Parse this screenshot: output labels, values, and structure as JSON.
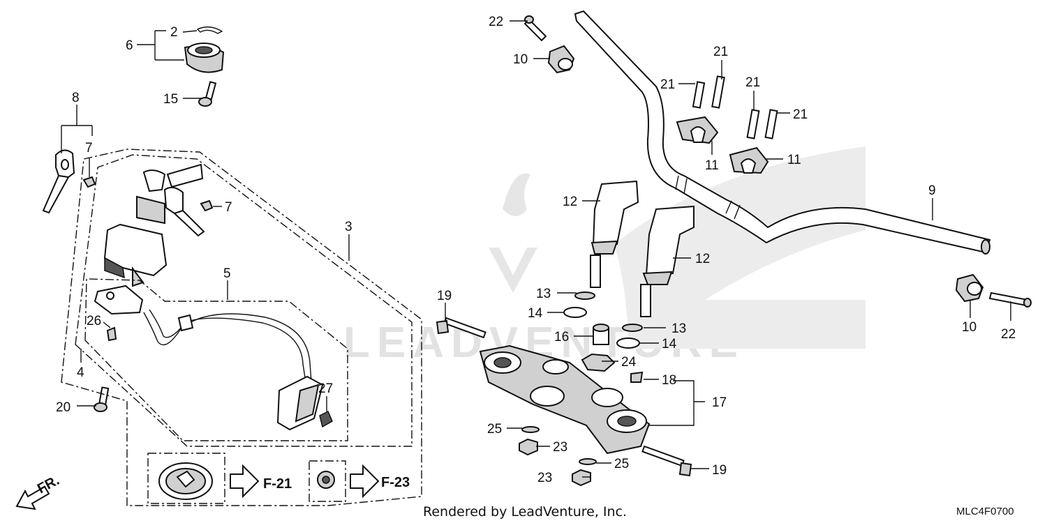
{
  "diagram": {
    "labels": {
      "n1": "2",
      "n2": "6",
      "n3": "15",
      "n4": "8",
      "n5": "7",
      "n6": "7",
      "n7": "3",
      "n8": "5",
      "n9": "26",
      "n10": "4",
      "n11": "20",
      "n12": "27",
      "n13": "22",
      "n14": "10",
      "n15": "21",
      "n16": "21",
      "n17": "21",
      "n18": "21",
      "n19": "11",
      "n20": "11",
      "n21": "9",
      "n22": "12",
      "n23": "12",
      "n24": "13",
      "n25": "14",
      "n26": "13",
      "n27": "14",
      "n28": "16",
      "n29": "24",
      "n30": "19",
      "n31": "18",
      "n32": "17",
      "n33": "25",
      "n34": "23",
      "n35": "25",
      "n36": "23",
      "n37": "19",
      "n38": "10",
      "n39": "22"
    },
    "refs": {
      "ref_a": "F-21",
      "ref_b": "F-23"
    },
    "front_marker": "FR.",
    "credit": "Rendered by LeadVenture, Inc.",
    "diagram_code": "MLC4F0700",
    "watermark": "LEADVENTURE"
  },
  "colors": {
    "line": "#111111",
    "part_fill": "#ffffff",
    "shade": "#d0d0d0",
    "watermark": "#e2e2e2"
  }
}
